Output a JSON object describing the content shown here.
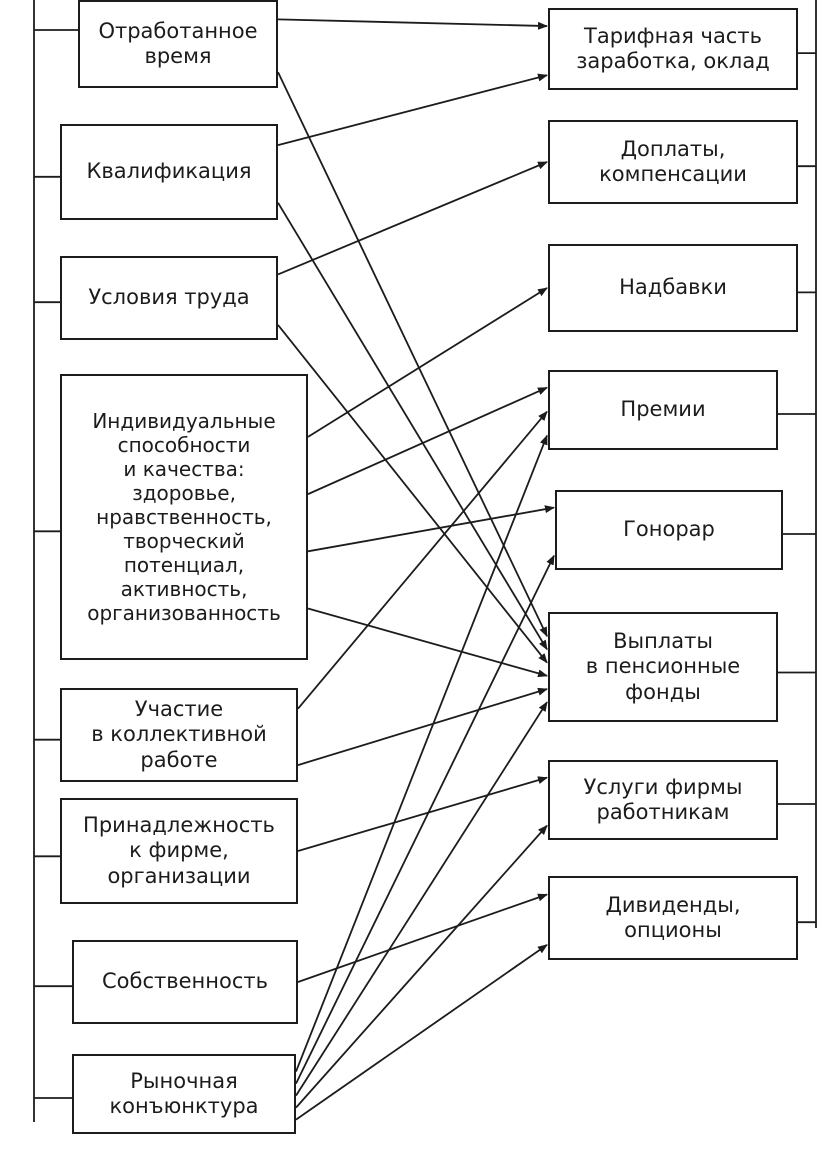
{
  "diagram": {
    "factors": [
      {
        "id": "f1",
        "label": "Отработанное\nвремя"
      },
      {
        "id": "f2",
        "label": "Квалификация"
      },
      {
        "id": "f3",
        "label": "Условия труда"
      },
      {
        "id": "f4",
        "label": "Индивидуальные\nспособности\nи качества: здоровье,\nнравственность,\nтворческий\nпотенциал,\nактивность,\nорганизованность"
      },
      {
        "id": "f5",
        "label": "Участие\nв коллективной\nработе"
      },
      {
        "id": "f6",
        "label": "Принадлежность\nк фирме,\nорганизации"
      },
      {
        "id": "f7",
        "label": "Собственность"
      },
      {
        "id": "f8",
        "label": "Рыночная\nконъюнктура"
      }
    ],
    "outcomes": [
      {
        "id": "o1",
        "label": "Тарифная часть\nзаработка, оклад"
      },
      {
        "id": "o2",
        "label": "Доплаты,\nкомпенсации"
      },
      {
        "id": "o3",
        "label": "Надбавки"
      },
      {
        "id": "o4",
        "label": "Премии"
      },
      {
        "id": "o5",
        "label": "Гонорар"
      },
      {
        "id": "o6",
        "label": "Выплаты\nв пенсионные\nфонды"
      },
      {
        "id": "o7",
        "label": "Услуги фирмы\nработникам"
      },
      {
        "id": "o8",
        "label": "Дивиденды,\nопционы"
      }
    ],
    "links": [
      {
        "from": "f1",
        "to": "o1"
      },
      {
        "from": "f1",
        "to": "o6"
      },
      {
        "from": "f2",
        "to": "o1"
      },
      {
        "from": "f2",
        "to": "o6"
      },
      {
        "from": "f3",
        "to": "o2"
      },
      {
        "from": "f3",
        "to": "o6"
      },
      {
        "from": "f4",
        "to": "o3"
      },
      {
        "from": "f4",
        "to": "o4"
      },
      {
        "from": "f4",
        "to": "o5"
      },
      {
        "from": "f4",
        "to": "o6"
      },
      {
        "from": "f5",
        "to": "o4"
      },
      {
        "from": "f5",
        "to": "o6"
      },
      {
        "from": "f6",
        "to": "o7"
      },
      {
        "from": "f7",
        "to": "o8"
      },
      {
        "from": "f8",
        "to": "o4"
      },
      {
        "from": "f8",
        "to": "o5"
      },
      {
        "from": "f8",
        "to": "o6"
      },
      {
        "from": "f8",
        "to": "o7"
      },
      {
        "from": "f8",
        "to": "o8"
      }
    ]
  }
}
